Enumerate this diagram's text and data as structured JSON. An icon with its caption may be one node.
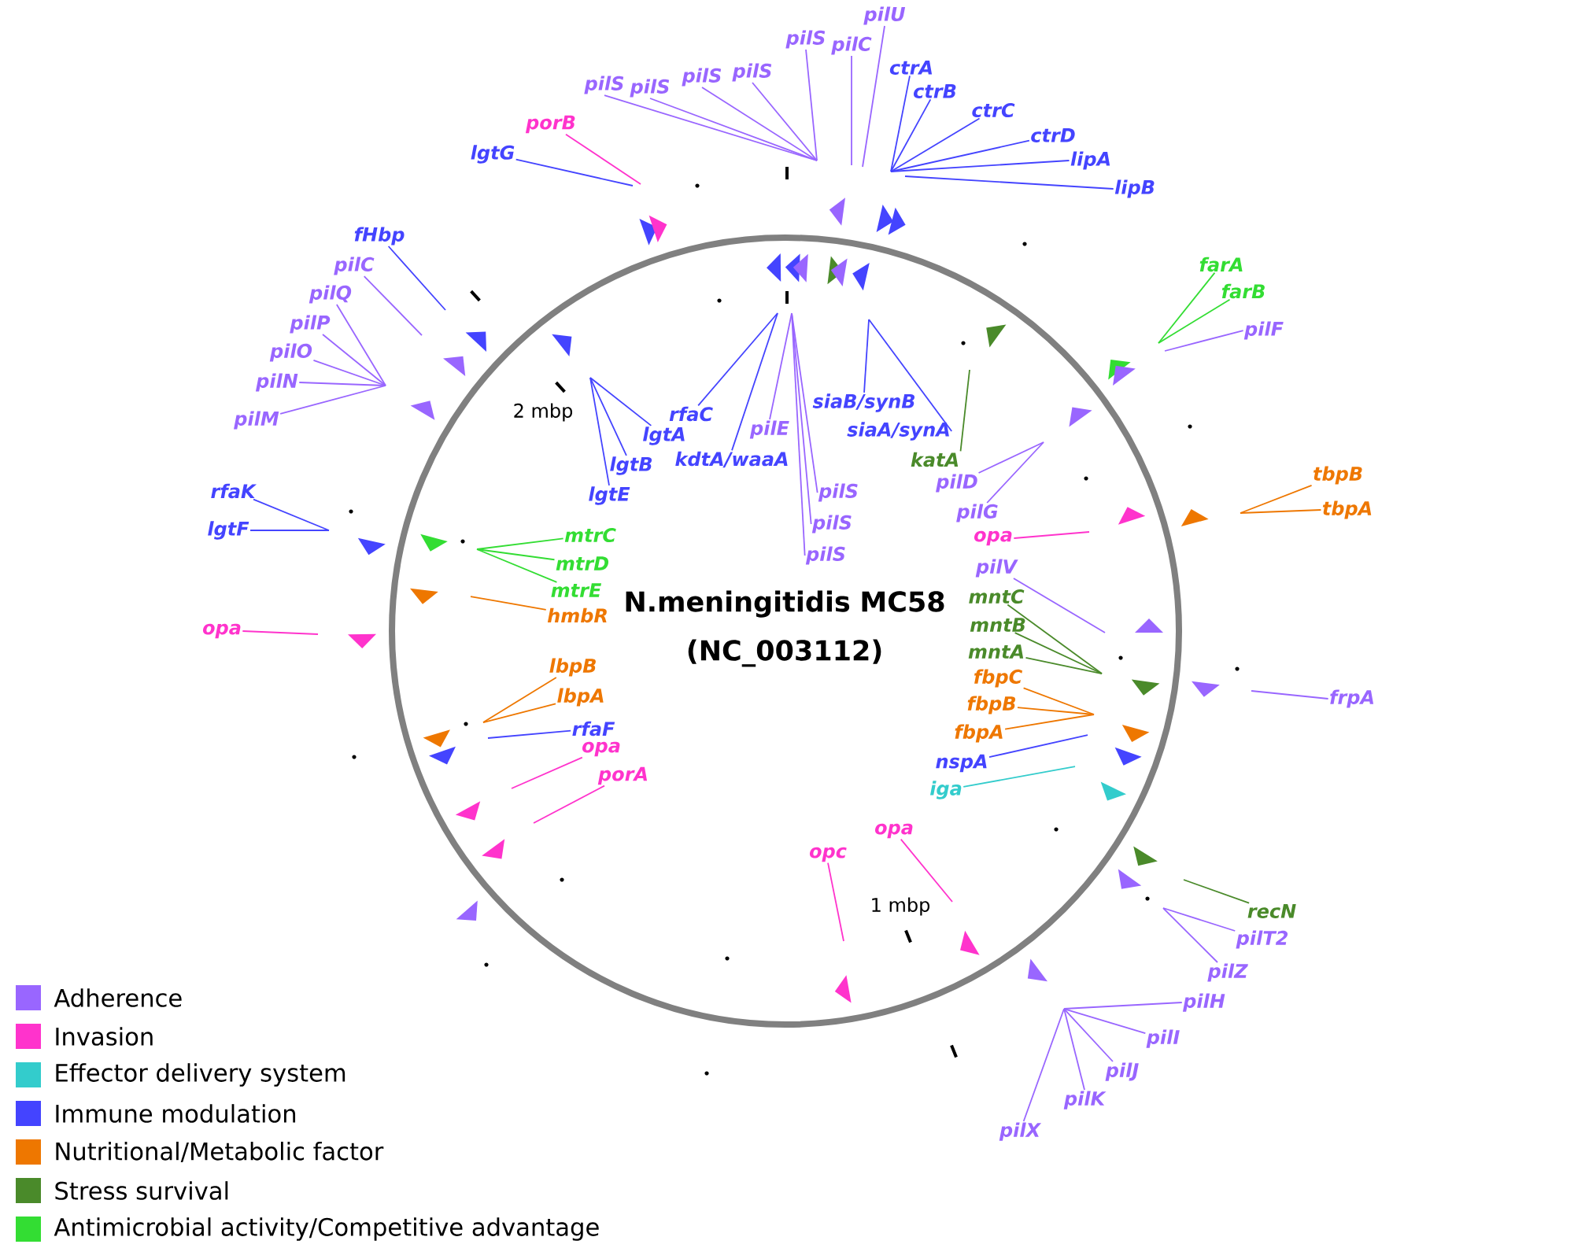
{
  "diagram": {
    "title": "N.meningitidis MC58 (NC_003112)",
    "nodes": [
      {
        "text": [
          "pilU"
        ]
      },
      {
        "text": [
          "pilS"
        ]
      },
      {
        "text": [
          "pilC"
        ]
      },
      {
        "text": [
          "ctrA"
        ]
      },
      {
        "text": [
          "pilS"
        ]
      },
      {
        "text": [
          "pilS"
        ]
      },
      {
        "text": [
          "pilS"
        ]
      },
      {
        "text": [
          "pilS"
        ]
      },
      {
        "text": [
          "ctrB"
        ]
      },
      {
        "text": [
          "ctrC"
        ]
      },
      {
        "text": [
          "porB"
        ]
      },
      {
        "text": [
          "ctrD"
        ]
      },
      {
        "text": [
          "lgtG"
        ]
      },
      {
        "text": [
          "lipA"
        ]
      },
      {
        "text": [
          "lipB"
        ]
      },
      {
        "text": [
          "fHbp"
        ]
      },
      {
        "text": [
          "farA"
        ]
      },
      {
        "text": [
          "pilC"
        ]
      },
      {
        "text": [
          "farB"
        ]
      },
      {
        "text": [
          "pilQ"
        ]
      },
      {
        "text": [
          "pilP"
        ]
      },
      {
        "text": [
          "pilF"
        ]
      },
      {
        "text": [
          "pilO"
        ]
      },
      {
        "text": [
          "pilN"
        ]
      },
      {
        "text": [
          "siaB/synB"
        ]
      },
      {
        "text": [
          "rfaC"
        ]
      },
      {
        "text": [
          "pilM"
        ]
      },
      {
        "text": [
          "pilE"
        ]
      },
      {
        "text": [
          "siaA/synA"
        ]
      },
      {
        "text": [
          "lgtA"
        ]
      },
      {
        "text": [
          "kdtA/waaA"
        ]
      },
      {
        "text": [
          "katA"
        ]
      },
      {
        "text": [
          "lgtB"
        ]
      },
      {
        "text": [
          "tbpB"
        ]
      },
      {
        "text": [
          "pilD"
        ]
      },
      {
        "text": [
          "rfaK"
        ]
      },
      {
        "text": [
          "pilS"
        ]
      },
      {
        "text": [
          "lgtE"
        ]
      },
      {
        "text": [
          "tbpA"
        ]
      },
      {
        "text": [
          "pilG"
        ]
      },
      {
        "text": [
          "pilS"
        ]
      },
      {
        "text": [
          "lgtF"
        ]
      },
      {
        "text": [
          "mtrC"
        ]
      },
      {
        "text": [
          "opa"
        ]
      },
      {
        "text": [
          "pilS"
        ]
      },
      {
        "text": [
          "mtrD"
        ]
      },
      {
        "text": [
          "pilV"
        ]
      },
      {
        "text": [
          "mtrE"
        ]
      },
      {
        "text": [
          "mntC"
        ]
      },
      {
        "text": [
          "hmbR"
        ]
      },
      {
        "text": [
          "mntB"
        ]
      },
      {
        "text": [
          "opa"
        ]
      },
      {
        "text": [
          "mntA"
        ]
      },
      {
        "text": [
          "lbpB"
        ]
      },
      {
        "text": [
          "fbpC"
        ]
      },
      {
        "text": [
          "lbpA"
        ]
      },
      {
        "text": [
          "frpA"
        ]
      },
      {
        "text": [
          "fbpB"
        ]
      },
      {
        "text": [
          "rfaF"
        ]
      },
      {
        "text": [
          "fbpA"
        ]
      },
      {
        "text": [
          "opa"
        ]
      },
      {
        "text": [
          "nspA"
        ]
      },
      {
        "text": [
          "porA"
        ]
      },
      {
        "text": [
          "iga"
        ]
      },
      {
        "text": [
          "opa"
        ]
      },
      {
        "text": [
          "opc"
        ]
      },
      {
        "text": [
          "recN"
        ]
      },
      {
        "text": [
          "pilT2"
        ]
      },
      {
        "text": [
          "pilZ"
        ]
      },
      {
        "text": [
          "pilH"
        ]
      },
      {
        "text": [
          "pilI"
        ]
      },
      {
        "text": [
          "pilJ"
        ]
      },
      {
        "text": [
          "pilK"
        ]
      },
      {
        "text": [
          "pilX"
        ]
      }
    ],
    "edges": [
      {
        "from": 0,
        "to": null,
        "arrow": "none"
      },
      {
        "from": 1,
        "to": null,
        "arrow": "none"
      },
      {
        "from": 2,
        "to": null,
        "arrow": "none"
      },
      {
        "from": 3,
        "to": null,
        "arrow": "none",
        "color": "#4444ff"
      },
      {
        "from": 4,
        "to": null,
        "arrow": "none"
      },
      {
        "from": 5,
        "to": null,
        "arrow": "none"
      },
      {
        "from": 6,
        "to": null,
        "arrow": "none"
      },
      {
        "from": 7,
        "to": null,
        "arrow": "none"
      },
      {
        "from": 8,
        "to": null,
        "arrow": "none",
        "color": "#4444ff"
      },
      {
        "from": 9,
        "to": null,
        "arrow": "none",
        "color": "#4444ff"
      },
      {
        "from": 10,
        "to": null,
        "arrow": "none",
        "color": "#ff33cc"
      },
      {
        "from": 11,
        "to": null,
        "arrow": "none",
        "color": "#4444ff"
      },
      {
        "from": 12,
        "to": null,
        "arrow": "none",
        "color": "#4444ff"
      },
      {
        "from": 13,
        "to": null,
        "arrow": "none",
        "color": "#4444ff"
      },
      {
        "from": 14,
        "to": null,
        "arrow": "none",
        "color": "#4444ff"
      },
      {
        "from": 15,
        "to": null,
        "arrow": "none",
        "color": "#4444ff"
      },
      {
        "from": 16,
        "to": null,
        "arrow": "none",
        "color": "#33dd33"
      },
      {
        "from": 17,
        "to": null,
        "arrow": "none"
      },
      {
        "from": 18,
        "to": null,
        "arrow": "none",
        "color": "#33dd33"
      },
      {
        "from": 19,
        "to": null,
        "arrow": "none"
      },
      {
        "from": 20,
        "to": null,
        "arrow": "none"
      },
      {
        "from": 21,
        "to": null,
        "arrow": "none"
      },
      {
        "from": 22,
        "to": null,
        "arrow": "none"
      },
      {
        "from": 23,
        "to": null,
        "arrow": "none"
      },
      {
        "from": 24,
        "to": null,
        "arrow": "none",
        "color": "#4444ff"
      },
      {
        "from": 25,
        "to": null,
        "arrow": "none",
        "color": "#4444ff"
      },
      {
        "from": 26,
        "to": null,
        "arrow": "none"
      },
      {
        "from": 27,
        "to": null,
        "arrow": "none"
      },
      {
        "from": 28,
        "to": null,
        "arrow": "none",
        "color": "#4444ff"
      },
      {
        "from": 29,
        "to": null,
        "arrow": "none",
        "color": "#4444ff"
      },
      {
        "from": 30,
        "to": null,
        "arrow": "none",
        "color": "#4444ff"
      },
      {
        "from": 31,
        "to": null,
        "arrow": "none",
        "color": "#4a8a2a"
      },
      {
        "from": 32,
        "to": null,
        "arrow": "none",
        "color": "#4444ff"
      },
      {
        "from": 33,
        "to": null,
        "arrow": "none",
        "color": "#ee7700"
      },
      {
        "from": 34,
        "to": null,
        "arrow": "none"
      },
      {
        "from": 35,
        "to": null,
        "arrow": "none",
        "color": "#4444ff"
      },
      {
        "from": 36,
        "to": null,
        "arrow": "none"
      },
      {
        "from": 37,
        "to": null,
        "arrow": "none",
        "color": "#4444ff"
      },
      {
        "from": 38,
        "to": null,
        "arrow": "none",
        "color": "#ee7700"
      },
      {
        "from": 39,
        "to": null,
        "arrow": "none"
      },
      {
        "from": 40,
        "to": null,
        "arrow": "none"
      },
      {
        "from": 41,
        "to": null,
        "arrow": "none",
        "color": "#4444ff"
      },
      {
        "from": 42,
        "to": null,
        "arrow": "none",
        "color": "#33dd33"
      },
      {
        "from": 43,
        "to": null,
        "arrow": "none",
        "color": "#ff33cc"
      },
      {
        "from": 44,
        "to": null,
        "arrow": "none"
      },
      {
        "from": 45,
        "to": null,
        "arrow": "none",
        "color": "#33dd33"
      },
      {
        "from": 46,
        "to": null,
        "arrow": "none"
      },
      {
        "from": 47,
        "to": null,
        "arrow": "none",
        "color": "#33dd33"
      },
      {
        "from": 48,
        "to": null,
        "arrow": "none",
        "color": "#4a8a2a"
      },
      {
        "from": 49,
        "to": null,
        "arrow": "none",
        "color": "#ee7700"
      },
      {
        "from": 50,
        "to": null,
        "arrow": "none",
        "color": "#4a8a2a"
      },
      {
        "from": 51,
        "to": null,
        "arrow": "none",
        "color": "#ff33cc"
      },
      {
        "from": 52,
        "to": null,
        "arrow": "none",
        "color": "#4a8a2a"
      },
      {
        "from": 53,
        "to": null,
        "arrow": "none",
        "color": "#ee7700"
      },
      {
        "from": 54,
        "to": null,
        "arrow": "none",
        "color": "#ee7700"
      },
      {
        "from": 55,
        "to": null,
        "arrow": "none",
        "color": "#ee7700"
      },
      {
        "from": 56,
        "to": null,
        "arrow": "none"
      },
      {
        "from": 57,
        "to": null,
        "arrow": "none",
        "color": "#ee7700"
      },
      {
        "from": 58,
        "to": null,
        "arrow": "none",
        "color": "#4444ff"
      },
      {
        "from": 59,
        "to": null,
        "arrow": "none",
        "color": "#ee7700"
      },
      {
        "from": 60,
        "to": null,
        "arrow": "none",
        "color": "#ff33cc"
      },
      {
        "from": 61,
        "to": null,
        "arrow": "none",
        "color": "#4444ff"
      },
      {
        "from": 62,
        "to": null,
        "arrow": "none",
        "color": "#ff33cc"
      },
      {
        "from": 63,
        "to": null,
        "arrow": "none",
        "color": "#33cccc"
      },
      {
        "from": 64,
        "to": null,
        "arrow": "none",
        "color": "#ff33cc"
      },
      {
        "from": 65,
        "to": null,
        "arrow": "none",
        "color": "#ff33cc"
      },
      {
        "from": 66,
        "to": null,
        "arrow": "none",
        "color": "#4a8a2a"
      },
      {
        "from": 67,
        "to": null,
        "arrow": "none"
      },
      {
        "from": 68,
        "to": null,
        "arrow": "none"
      },
      {
        "from": 69,
        "to": null,
        "arrow": "none"
      },
      {
        "from": 70,
        "to": null,
        "arrow": "none"
      },
      {
        "from": 71,
        "to": null,
        "arrow": "none"
      },
      {
        "from": 72,
        "to": null,
        "arrow": "none"
      },
      {
        "from": 73,
        "to": null,
        "arrow": "none"
      }
    ],
    "labels": [
      "2 mbp",
      "1 mbp"
    ],
    "legend": [
      {
        "text": "Adherence",
        "color": "#9966ff"
      },
      {
        "text": "Invasion",
        "color": "#ff33cc"
      },
      {
        "text": "Effector delivery system",
        "color": "#33cccc"
      },
      {
        "text": "Immune modulation",
        "color": "#4444ff"
      },
      {
        "text": "Nutritional/Metabolic factor",
        "color": "#ee7700"
      },
      {
        "text": "Stress survival",
        "color": "#4a8a2a"
      },
      {
        "text": "Antimicrobial activity/Competitive advantage",
        "color": "#33dd33"
      }
    ]
  }
}
